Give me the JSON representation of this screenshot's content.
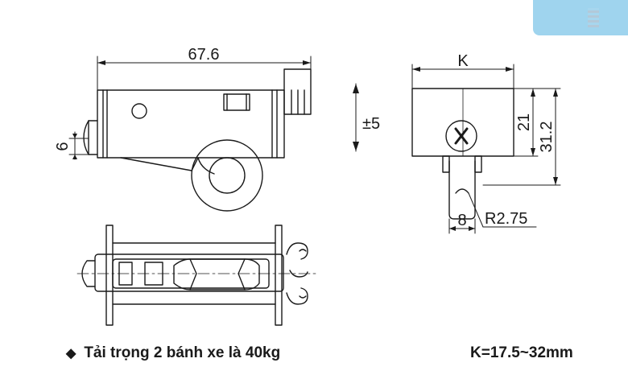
{
  "dimensions": {
    "overall_length": "67.6",
    "offset_6": "6",
    "adjust_range": "±5",
    "width_k": "K",
    "height_21": "21",
    "height_312": "31.2",
    "wheel_width": "8",
    "groove_radius": "R2.75"
  },
  "captions": {
    "bullet": "◆",
    "load_note": "Tải trọng 2 bánh xe là 40kg",
    "k_range": "K=17.5~32mm"
  },
  "colors": {
    "line": "#1a1a1a",
    "badge": "#9fd4ee"
  }
}
